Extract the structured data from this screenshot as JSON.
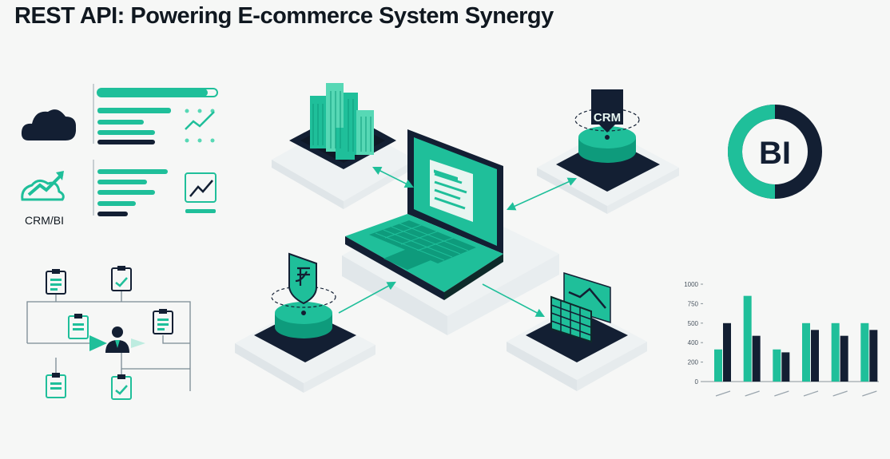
{
  "title": "REST API: Powering E-commerce System Synergy",
  "labels": {
    "crm_bi": "CRM/BI",
    "crm_badge": "CRM",
    "bi_badge": "BI"
  },
  "colors": {
    "teal": "#1fbf9a",
    "teal_light": "#57d8b5",
    "navy": "#131f33",
    "platform": "#eef2f3"
  },
  "icons": {
    "cloud": "cloud-icon",
    "trend": "trend-line-icon",
    "laptop": "laptop-icon",
    "buildings": "buildings-icon",
    "crm_server": "crm-server-icon",
    "payment": "currency-shield-icon",
    "spreadsheet": "spreadsheet-chart-icon",
    "person": "user-icon",
    "clipboard": "clipboard-icon"
  },
  "chart_data": {
    "type": "bar",
    "categories": [
      "",
      "",
      "",
      "",
      "",
      ""
    ],
    "ylim": [
      0,
      1000
    ],
    "yticks": [
      "1000",
      "750",
      "500",
      "400",
      "200",
      "0"
    ],
    "series": [
      {
        "color": "#1fbf9a",
        "values": [
          330,
          880,
          330,
          600,
          600,
          600
        ]
      },
      {
        "color": "#131f33",
        "values": [
          600,
          470,
          300,
          530,
          470,
          530
        ]
      }
    ],
    "title": "",
    "xlabel": "",
    "ylabel": ""
  }
}
